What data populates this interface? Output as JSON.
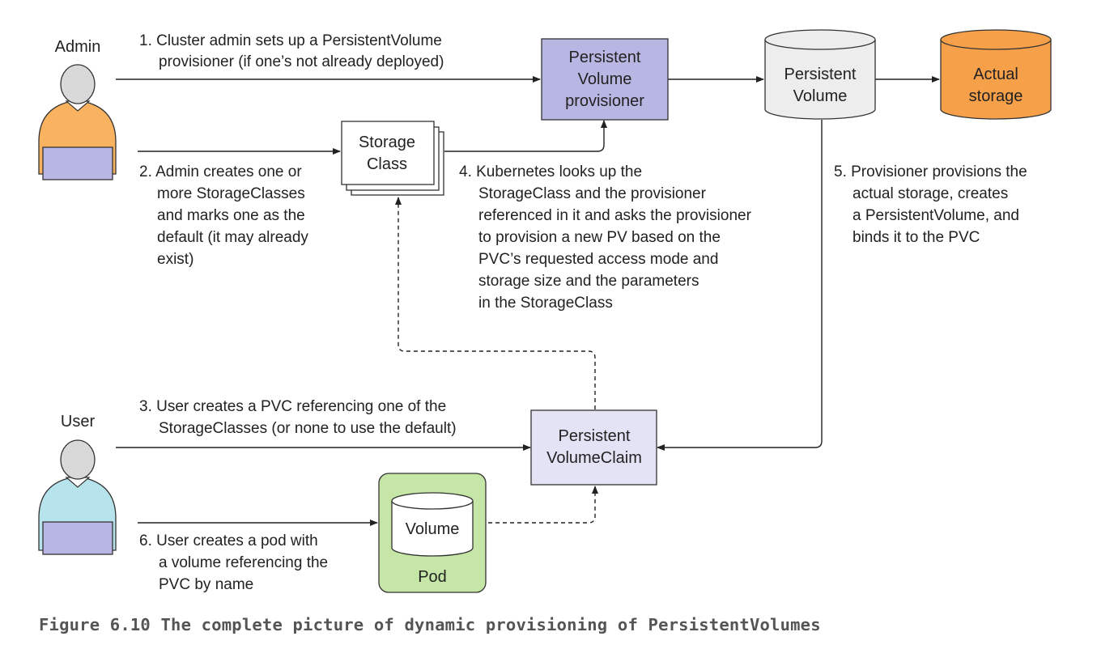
{
  "actors": {
    "admin": "Admin",
    "user": "User"
  },
  "nodes": {
    "provisioner": [
      "Persistent",
      "Volume",
      "provisioner"
    ],
    "persistent_volume": [
      "Persistent",
      "Volume"
    ],
    "actual_storage": [
      "Actual",
      "storage"
    ],
    "storage_class": [
      "Storage",
      "Class"
    ],
    "pvc": [
      "Persistent",
      "VolumeClaim"
    ],
    "volume": "Volume",
    "pod": "Pod"
  },
  "steps": {
    "step1": [
      "1. Cluster admin sets up a PersistentVolume",
      "provisioner (if one’s not already deployed)"
    ],
    "step2": [
      "2. Admin creates one or",
      "more StorageClasses",
      "and marks one as the",
      "default (it may already",
      "exist)"
    ],
    "step3": [
      "3. User creates a PVC referencing one of the",
      "StorageClasses (or none to use the default)"
    ],
    "step4": [
      "4. Kubernetes looks up the",
      "StorageClass and the provisioner",
      "referenced in it and asks the provisioner",
      "to provision a new PV based on the",
      "PVC’s requested access mode and",
      "storage size and the parameters",
      "in the StorageClass"
    ],
    "step5": [
      "5. Provisioner provisions the",
      "actual storage, creates",
      "a PersistentVolume, and",
      "binds it to the PVC"
    ],
    "step6": [
      "6. User creates a pod with",
      "a volume referencing the",
      "PVC by name"
    ]
  },
  "caption": "Figure 6.10   The complete picture of dynamic provisioning of PersistentVolumes",
  "colors": {
    "admin_shirt": "#f9b25f",
    "user_shirt": "#b6e3ec",
    "laptop": "#b8b6e2",
    "provisioner_fill": "#b8b6e2",
    "pvc_fill": "#e4e3f6",
    "actual_storage_fill": "#f7a04a",
    "pv_fill": "#ededed",
    "pod_fill": "#c5e6a6",
    "head": "#d9d9d9"
  }
}
